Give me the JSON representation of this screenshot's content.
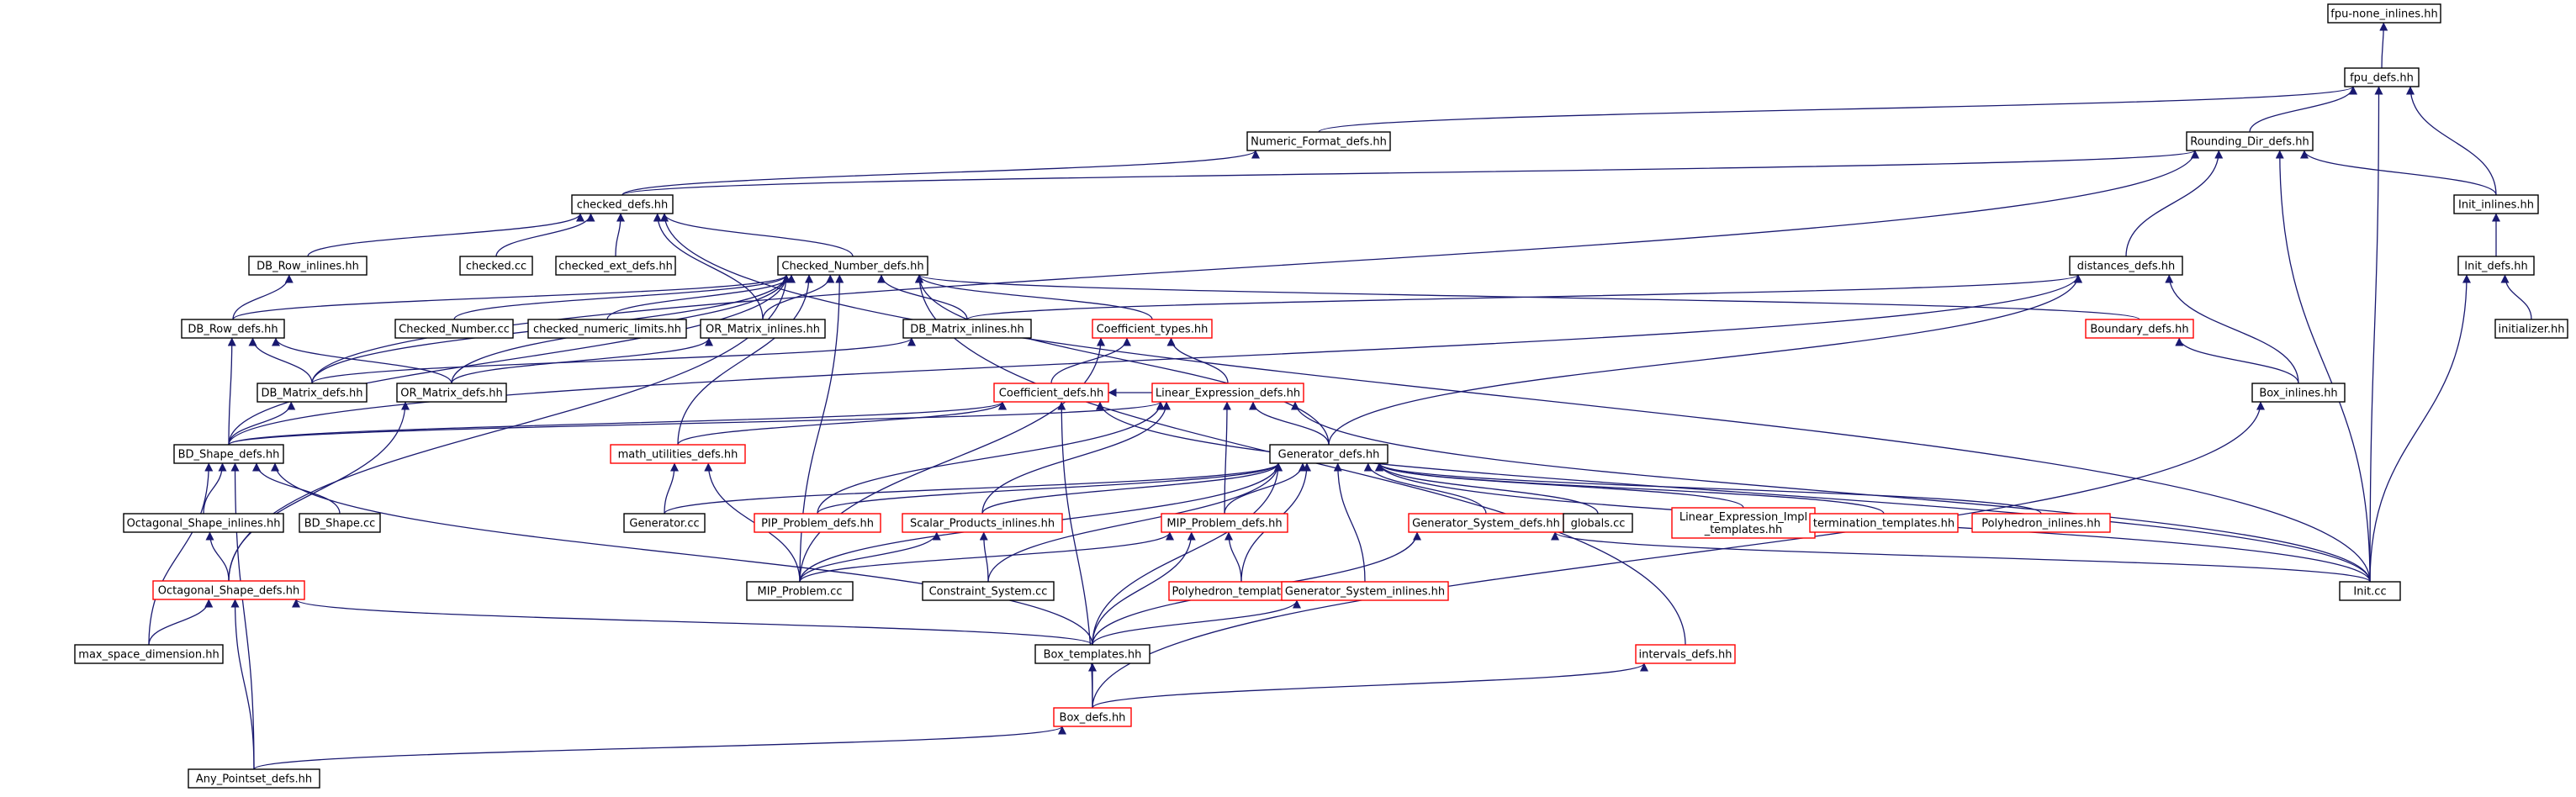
{
  "nodes": [
    {
      "id": "fpu_none_inlines",
      "label": "fpu-none_inlines.hh",
      "style": "root"
    },
    {
      "id": "fpu_defs",
      "label": "fpu_defs.hh",
      "style": "black"
    },
    {
      "id": "numeric_format_defs",
      "label": "Numeric_Format_defs.hh",
      "style": "black"
    },
    {
      "id": "rounding_dir_defs",
      "label": "Rounding_Dir_defs.hh",
      "style": "black"
    },
    {
      "id": "checked_defs",
      "label": "checked_defs.hh",
      "style": "black"
    },
    {
      "id": "init_inlines",
      "label": "Init_inlines.hh",
      "style": "black"
    },
    {
      "id": "db_row_inlines",
      "label": "DB_Row_inlines.hh",
      "style": "black"
    },
    {
      "id": "checked_cc",
      "label": "checked.cc",
      "style": "black"
    },
    {
      "id": "checked_ext_defs",
      "label": "checked_ext_defs.hh",
      "style": "black"
    },
    {
      "id": "checked_number_defs",
      "label": "Checked_Number_defs.hh",
      "style": "black"
    },
    {
      "id": "distances_defs",
      "label": "distances_defs.hh",
      "style": "black"
    },
    {
      "id": "init_defs",
      "label": "Init_defs.hh",
      "style": "black"
    },
    {
      "id": "db_row_defs",
      "label": "DB_Row_defs.hh",
      "style": "black"
    },
    {
      "id": "checked_number_cc",
      "label": "Checked_Number.cc",
      "style": "black"
    },
    {
      "id": "checked_numeric_limits",
      "label": "checked_numeric_limits.hh",
      "style": "black"
    },
    {
      "id": "or_matrix_inlines",
      "label": "OR_Matrix_inlines.hh",
      "style": "black"
    },
    {
      "id": "db_matrix_inlines",
      "label": "DB_Matrix_inlines.hh",
      "style": "black"
    },
    {
      "id": "coefficient_types",
      "label": "Coefficient_types.hh",
      "style": "red"
    },
    {
      "id": "boundary_defs",
      "label": "Boundary_defs.hh",
      "style": "red"
    },
    {
      "id": "initializer",
      "label": "initializer.hh",
      "style": "black"
    },
    {
      "id": "db_matrix_defs",
      "label": "DB_Matrix_defs.hh",
      "style": "black"
    },
    {
      "id": "or_matrix_defs",
      "label": "OR_Matrix_defs.hh",
      "style": "black"
    },
    {
      "id": "coefficient_defs",
      "label": "Coefficient_defs.hh",
      "style": "red"
    },
    {
      "id": "linear_expression_defs",
      "label": "Linear_Expression_defs.hh",
      "style": "red"
    },
    {
      "id": "box_inlines",
      "label": "Box_inlines.hh",
      "style": "black"
    },
    {
      "id": "bd_shape_defs",
      "label": "BD_Shape_defs.hh",
      "style": "black"
    },
    {
      "id": "math_utilities_defs",
      "label": "math_utilities_defs.hh",
      "style": "red"
    },
    {
      "id": "generator_defs",
      "label": "Generator_defs.hh",
      "style": "black"
    },
    {
      "id": "octagonal_shape_inlines",
      "label": "Octagonal_Shape_inlines.hh",
      "style": "black"
    },
    {
      "id": "bd_shape_cc",
      "label": "BD_Shape.cc",
      "style": "black"
    },
    {
      "id": "generator_cc",
      "label": "Generator.cc",
      "style": "black"
    },
    {
      "id": "pip_problem_defs",
      "label": "PIP_Problem_defs.hh",
      "style": "red"
    },
    {
      "id": "scalar_products_inlines",
      "label": "Scalar_Products_inlines.hh",
      "style": "red"
    },
    {
      "id": "mip_problem_defs",
      "label": "MIP_Problem_defs.hh",
      "style": "red"
    },
    {
      "id": "generator_system_defs",
      "label": "Generator_System_defs.hh",
      "style": "red"
    },
    {
      "id": "globals_cc",
      "label": "globals.cc",
      "style": "black"
    },
    {
      "id": "linear_expression_impl_templates",
      "label": "Linear_Expression_Impl\n_templates.hh",
      "style": "red"
    },
    {
      "id": "termination_templates",
      "label": "termination_templates.hh",
      "style": "red"
    },
    {
      "id": "polyhedron_inlines",
      "label": "Polyhedron_inlines.hh",
      "style": "red"
    },
    {
      "id": "octagonal_shape_defs",
      "label": "Octagonal_Shape_defs.hh",
      "style": "red"
    },
    {
      "id": "mip_problem_cc",
      "label": "MIP_Problem.cc",
      "style": "black"
    },
    {
      "id": "constraint_system_cc",
      "label": "Constraint_System.cc",
      "style": "black"
    },
    {
      "id": "polyhedron_templates",
      "label": "Polyhedron_templates.hh",
      "style": "red"
    },
    {
      "id": "generator_system_inlines",
      "label": "Generator_System_inlines.hh",
      "style": "red"
    },
    {
      "id": "init_cc",
      "label": "Init.cc",
      "style": "black"
    },
    {
      "id": "max_space_dimension",
      "label": "max_space_dimension.hh",
      "style": "black"
    },
    {
      "id": "box_templates",
      "label": "Box_templates.hh",
      "style": "black"
    },
    {
      "id": "intervals_defs",
      "label": "intervals_defs.hh",
      "style": "red"
    },
    {
      "id": "box_defs",
      "label": "Box_defs.hh",
      "style": "red"
    },
    {
      "id": "any_pointset_defs",
      "label": "Any_Pointset_defs.hh",
      "style": "black"
    }
  ],
  "edges": [
    [
      "fpu_defs",
      "fpu_none_inlines"
    ],
    [
      "numeric_format_defs",
      "fpu_defs"
    ],
    [
      "rounding_dir_defs",
      "fpu_defs"
    ],
    [
      "init_inlines",
      "fpu_defs"
    ],
    [
      "init_cc",
      "fpu_defs"
    ],
    [
      "checked_defs",
      "numeric_format_defs"
    ],
    [
      "checked_defs",
      "rounding_dir_defs"
    ],
    [
      "init_inlines",
      "rounding_dir_defs"
    ],
    [
      "distances_defs",
      "rounding_dir_defs"
    ],
    [
      "init_cc",
      "rounding_dir_defs"
    ],
    [
      "db_matrix_defs",
      "rounding_dir_defs"
    ],
    [
      "db_row_inlines",
      "checked_defs"
    ],
    [
      "checked_cc",
      "checked_defs"
    ],
    [
      "checked_ext_defs",
      "checked_defs"
    ],
    [
      "checked_number_defs",
      "checked_defs"
    ],
    [
      "or_matrix_inlines",
      "checked_defs"
    ],
    [
      "init_cc",
      "checked_defs"
    ],
    [
      "init_defs",
      "init_inlines"
    ],
    [
      "db_row_defs",
      "db_row_inlines"
    ],
    [
      "db_row_defs",
      "checked_number_defs"
    ],
    [
      "checked_number_cc",
      "checked_number_defs"
    ],
    [
      "checked_numeric_limits",
      "checked_number_defs"
    ],
    [
      "or_matrix_inlines",
      "checked_number_defs"
    ],
    [
      "db_matrix_inlines",
      "checked_number_defs"
    ],
    [
      "coefficient_types",
      "checked_number_defs"
    ],
    [
      "boundary_defs",
      "checked_number_defs"
    ],
    [
      "db_matrix_defs",
      "checked_number_defs"
    ],
    [
      "or_matrix_defs",
      "checked_number_defs"
    ],
    [
      "bd_shape_defs",
      "checked_number_defs"
    ],
    [
      "math_utilities_defs",
      "checked_number_defs"
    ],
    [
      "generator_defs",
      "checked_number_defs"
    ],
    [
      "octagonal_shape_defs",
      "checked_number_defs"
    ],
    [
      "mip_problem_cc",
      "checked_number_defs"
    ],
    [
      "intervals_defs",
      "checked_number_defs"
    ],
    [
      "db_matrix_inlines",
      "distances_defs"
    ],
    [
      "box_inlines",
      "distances_defs"
    ],
    [
      "bd_shape_defs",
      "distances_defs"
    ],
    [
      "generator_defs",
      "distances_defs"
    ],
    [
      "initializer",
      "init_defs"
    ],
    [
      "init_cc",
      "init_defs"
    ],
    [
      "db_matrix_defs",
      "db_row_defs"
    ],
    [
      "bd_shape_defs",
      "db_row_defs"
    ],
    [
      "or_matrix_defs",
      "db_row_defs"
    ],
    [
      "or_matrix_defs",
      "or_matrix_inlines"
    ],
    [
      "db_matrix_defs",
      "db_matrix_inlines"
    ],
    [
      "coefficient_defs",
      "coefficient_types"
    ],
    [
      "linear_expression_defs",
      "coefficient_types"
    ],
    [
      "mip_problem_cc",
      "coefficient_types"
    ],
    [
      "box_inlines",
      "boundary_defs"
    ],
    [
      "bd_shape_defs",
      "db_matrix_defs"
    ],
    [
      "octagonal_shape_defs",
      "or_matrix_defs"
    ],
    [
      "bd_shape_defs",
      "coefficient_defs"
    ],
    [
      "math_utilities_defs",
      "coefficient_defs"
    ],
    [
      "linear_expression_defs",
      "coefficient_defs"
    ],
    [
      "box_defs",
      "coefficient_defs"
    ],
    [
      "init_cc",
      "coefficient_defs"
    ],
    [
      "bd_shape_defs",
      "linear_expression_defs"
    ],
    [
      "generator_defs",
      "linear_expression_defs"
    ],
    [
      "pip_problem_defs",
      "linear_expression_defs"
    ],
    [
      "scalar_products_inlines",
      "linear_expression_defs"
    ],
    [
      "mip_problem_defs",
      "linear_expression_defs"
    ],
    [
      "init_cc",
      "linear_expression_defs"
    ],
    [
      "box_defs",
      "box_inlines"
    ],
    [
      "octagonal_shape_inlines",
      "bd_shape_defs"
    ],
    [
      "bd_shape_cc",
      "bd_shape_defs"
    ],
    [
      "max_space_dimension",
      "bd_shape_defs"
    ],
    [
      "any_pointset_defs",
      "bd_shape_defs"
    ],
    [
      "box_templates",
      "bd_shape_defs"
    ],
    [
      "generator_cc",
      "math_utilities_defs"
    ],
    [
      "mip_problem_cc",
      "math_utilities_defs"
    ],
    [
      "generator_cc",
      "generator_defs"
    ],
    [
      "pip_problem_defs",
      "generator_defs"
    ],
    [
      "scalar_products_inlines",
      "generator_defs"
    ],
    [
      "mip_problem_defs",
      "generator_defs"
    ],
    [
      "generator_system_defs",
      "generator_defs"
    ],
    [
      "globals_cc",
      "generator_defs"
    ],
    [
      "linear_expression_impl_templates",
      "generator_defs"
    ],
    [
      "termination_templates",
      "generator_defs"
    ],
    [
      "polyhedron_inlines",
      "generator_defs"
    ],
    [
      "init_cc",
      "generator_defs"
    ],
    [
      "mip_problem_cc",
      "generator_defs"
    ],
    [
      "constraint_system_cc",
      "generator_defs"
    ],
    [
      "polyhedron_templates",
      "generator_defs"
    ],
    [
      "generator_system_inlines",
      "generator_defs"
    ],
    [
      "box_templates",
      "generator_defs"
    ],
    [
      "octagonal_shape_defs",
      "octagonal_shape_inlines"
    ],
    [
      "mip_problem_cc",
      "scalar_products_inlines"
    ],
    [
      "constraint_system_cc",
      "scalar_products_inlines"
    ],
    [
      "mip_problem_cc",
      "mip_problem_defs"
    ],
    [
      "box_templates",
      "mip_problem_defs"
    ],
    [
      "polyhedron_templates",
      "mip_problem_defs"
    ],
    [
      "init_cc",
      "generator_system_defs"
    ],
    [
      "box_templates",
      "generator_system_defs"
    ],
    [
      "max_space_dimension",
      "octagonal_shape_defs"
    ],
    [
      "any_pointset_defs",
      "octagonal_shape_defs"
    ],
    [
      "box_templates",
      "octagonal_shape_defs"
    ],
    [
      "box_templates",
      "generator_system_inlines"
    ],
    [
      "box_defs",
      "box_templates"
    ],
    [
      "box_defs",
      "intervals_defs"
    ],
    [
      "any_pointset_defs",
      "box_defs"
    ]
  ]
}
